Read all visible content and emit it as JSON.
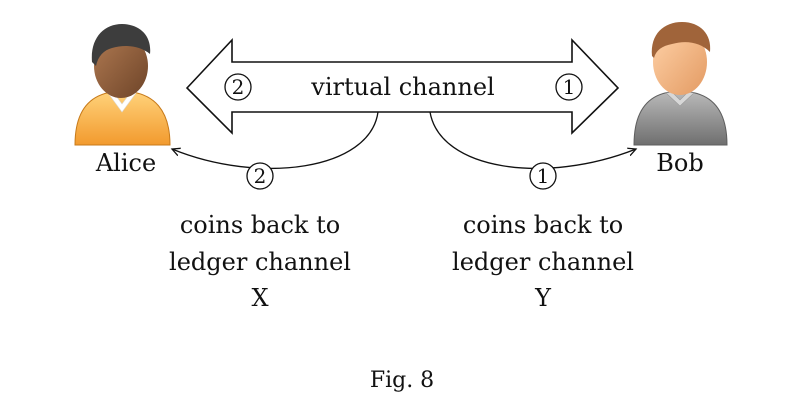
{
  "diagram": {
    "left_person": {
      "name": "Alice"
    },
    "right_person": {
      "name": "Bob"
    },
    "channel_label": "virtual channel",
    "steps": {
      "first": "1",
      "second": "2"
    },
    "left_caption": {
      "line1": "coins back to",
      "line2": "ledger channel",
      "line3": "X"
    },
    "right_caption": {
      "line1": "coins back to",
      "line2": "ledger channel",
      "line3": "Y"
    },
    "figure_label": "Fig. 8"
  },
  "colors": {
    "alice_shirt": "#f7b04a",
    "alice_skin": "#8a5a3a",
    "alice_hair": "#3a3a3a",
    "bob_shirt": "#8f8f8f",
    "bob_skin": "#f2b98a",
    "bob_hair": "#a0643a",
    "stroke": "#111111"
  }
}
